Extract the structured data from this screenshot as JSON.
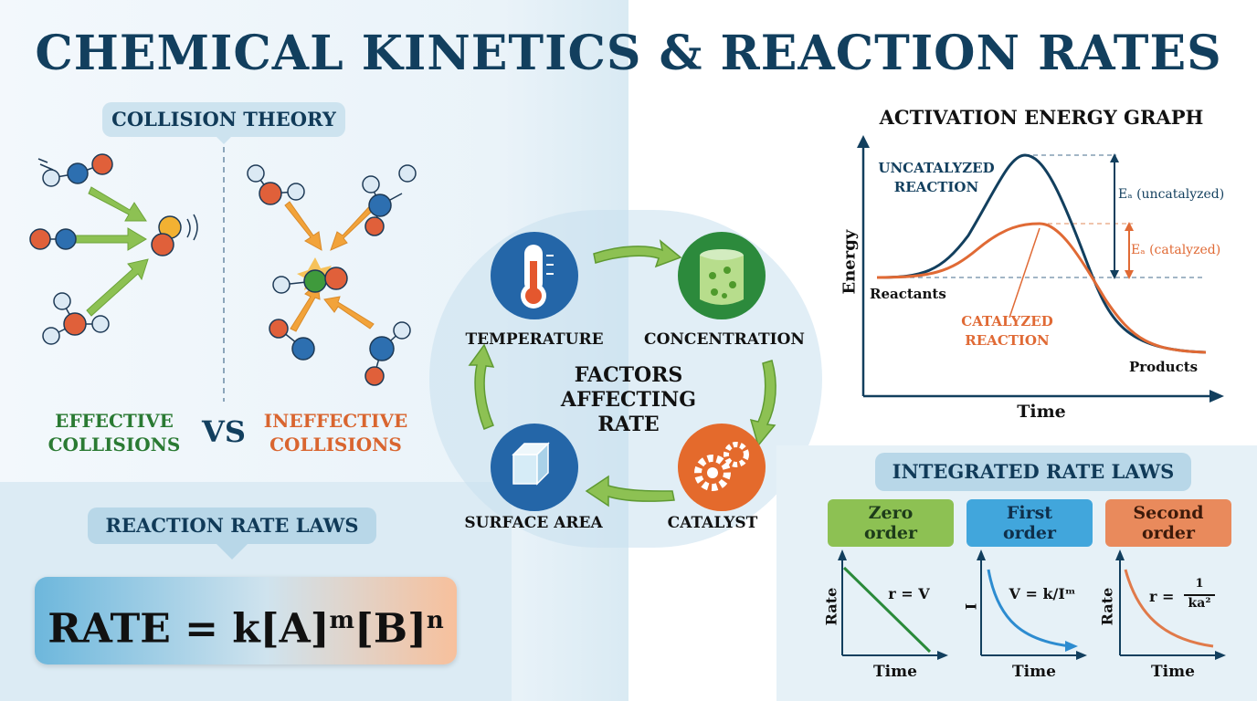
{
  "title": "CHEMICAL KINETICS & REACTION RATES",
  "collision": {
    "heading": "COLLISION THEORY",
    "effective": [
      "EFFECTIVE",
      "COLLISIONS"
    ],
    "vs": "VS",
    "ineffective": [
      "INEFFECTIVE",
      "COLLISIONS"
    ]
  },
  "rate_laws": {
    "heading": "REACTION RATE LAWS",
    "formula_main": "RATE = k[A]",
    "exp_m": "m",
    "formula_b": "[B]",
    "exp_n": "n"
  },
  "factors": {
    "center": [
      "FACTORS",
      "AFFECTING",
      "RATE"
    ],
    "temperature": "TEMPERATURE",
    "concentration": "CONCENTRATION",
    "surface_area": "SURFACE AREA",
    "catalyst": "CATALYST"
  },
  "activation": {
    "heading": "ACTIVATION ENERGY GRAPH",
    "ylabel": "Energy",
    "xlabel": "Time",
    "uncatalyzed": [
      "UNCATALYZED",
      "REACTION"
    ],
    "catalyzed": [
      "CATALYZED",
      "REACTION"
    ],
    "reactants": "Reactants",
    "products": "Products",
    "ea_uncat": "Eₐ (uncatalyzed)",
    "ea_cat": "Eₐ (catalyzed)"
  },
  "integrated": {
    "heading": "INTEGRATED RATE LAWS",
    "orders": [
      {
        "line1": "Zero",
        "line2": "order",
        "ylabel": "Rate",
        "xlabel": "Time",
        "eq": "r = V",
        "color": "#8dc153"
      },
      {
        "line1": "First",
        "line2": "order",
        "ylabel": "I",
        "xlabel": "Time",
        "eq": "V = k/Iᵐ",
        "color": "#41a6dc"
      },
      {
        "line1": "Second",
        "line2": "order",
        "ylabel": "Rate",
        "xlabel": "Time",
        "eq_left": "r =",
        "eq_num": "1",
        "eq_den": "ka²",
        "color": "#e98a5c"
      }
    ]
  },
  "colors": {
    "navy": "#123f5e",
    "green": "#2a7a33",
    "orange": "#d9652f",
    "uncat_curve": "#123f5e",
    "cat_curve": "#e06a35"
  }
}
